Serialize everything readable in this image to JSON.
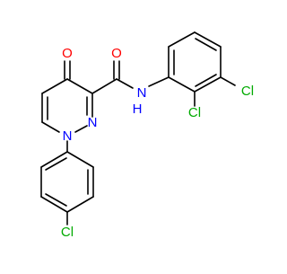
{
  "molecule": {
    "atom_labels": {
      "carbonyl_oxygen": "O",
      "amide_oxygen": "O",
      "amide_nitrogen": "N",
      "amide_hydrogen": "H",
      "ring_n2": "N",
      "ring_n1": "N",
      "cl_2": "Cl",
      "cl_3": "Cl",
      "cl_4": "Cl"
    },
    "colors": {
      "bond": "#000000",
      "oxygen": "#ff0000",
      "nitrogen": "#0000ff",
      "chlorine": "#00aa00",
      "background": "#ffffff"
    }
  }
}
